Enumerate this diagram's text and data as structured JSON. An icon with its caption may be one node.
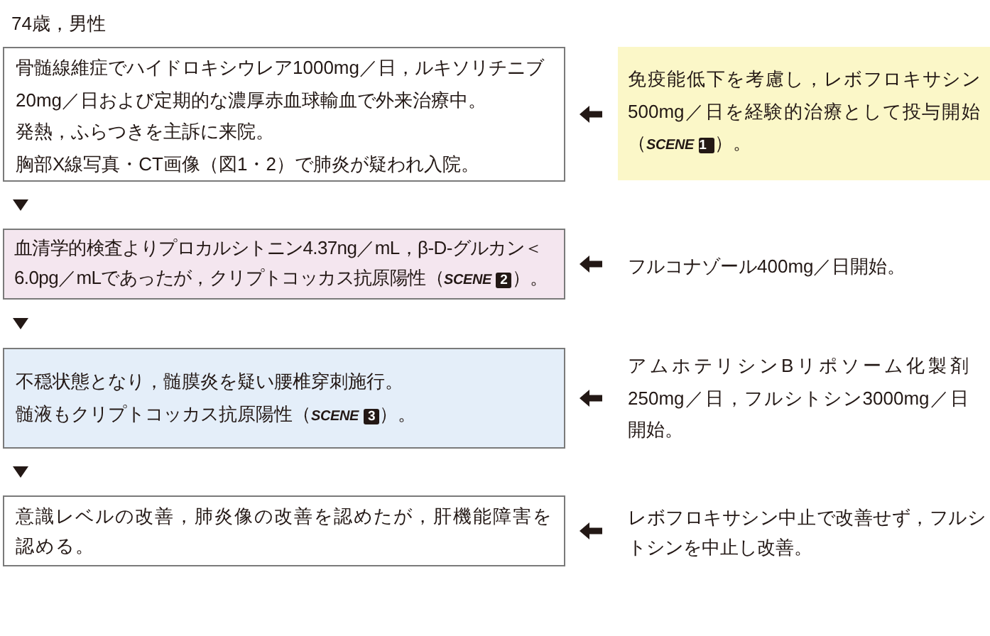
{
  "diagram": {
    "title": "74歳，男性",
    "nodes": [
      {
        "text": [
          "骨髄線維症でハイドロキシウレア1000mg／日，ルキソリチニブ20mg／日および定期的な濃厚赤血球輸血で外来治療中。",
          "発熱，ふらつきを主訴に来院。",
          "胸部X線写真・CT画像（図1・2）で肺炎が疑われ入院。"
        ]
      },
      {
        "text": [
          "免疫能低下を考慮し，レボフロキサシン500mg／日を経験的治療として投与開始（*SCENE* **1**）。"
        ]
      },
      {
        "text": [
          "血清学的検査よりプロカルシトニン4.37ng／mL，β-D-グルカン＜6.0pg／mLであったが，クリプトコッカス抗原陽性（*SCENE* **2**）。"
        ]
      },
      {
        "text": [
          "フルコナゾール400mg／日開始。"
        ]
      },
      {
        "text": [
          "不穏状態となり，髄膜炎を疑い腰椎穿刺施行。",
          "髄液もクリプトコッカス抗原陽性（*SCENE* **3**）。"
        ]
      },
      {
        "text": [
          "アムホテリシンBリポソーム化製剤250mg／日，フルシトシン3000mg／日開始。"
        ]
      },
      {
        "text": [
          "意識レベルの改善，肺炎像の改善を認めたが，肝機能障害を認める。"
        ]
      },
      {
        "text": [
          "レボフロキサシン中止で改善せず，フルシトシンを中止し改善。"
        ]
      }
    ],
    "edges": [
      {
        "from": 1,
        "to": 0,
        "arrow": "to"
      },
      {
        "from": 0,
        "to": 2,
        "arrow": "to"
      },
      {
        "from": 3,
        "to": 2,
        "arrow": "to"
      },
      {
        "from": 2,
        "to": 4,
        "arrow": "to"
      },
      {
        "from": 5,
        "to": 4,
        "arrow": "to"
      },
      {
        "from": 4,
        "to": 6,
        "arrow": "to"
      },
      {
        "from": 7,
        "to": 6,
        "arrow": "to"
      }
    ]
  }
}
